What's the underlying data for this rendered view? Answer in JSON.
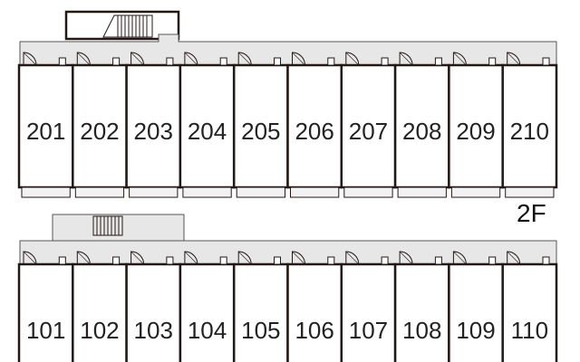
{
  "colors": {
    "wall": "#231815",
    "corridor": "#e7e7e7",
    "room_fill": "#ffffff",
    "text": "#222222"
  },
  "floors": [
    {
      "label": "2F",
      "rooms": [
        "201",
        "202",
        "203",
        "204",
        "205",
        "206",
        "207",
        "208",
        "209",
        "210"
      ]
    },
    {
      "label": "",
      "rooms": [
        "101",
        "102",
        "103",
        "104",
        "105",
        "106",
        "107",
        "108",
        "109",
        "110"
      ]
    }
  ]
}
